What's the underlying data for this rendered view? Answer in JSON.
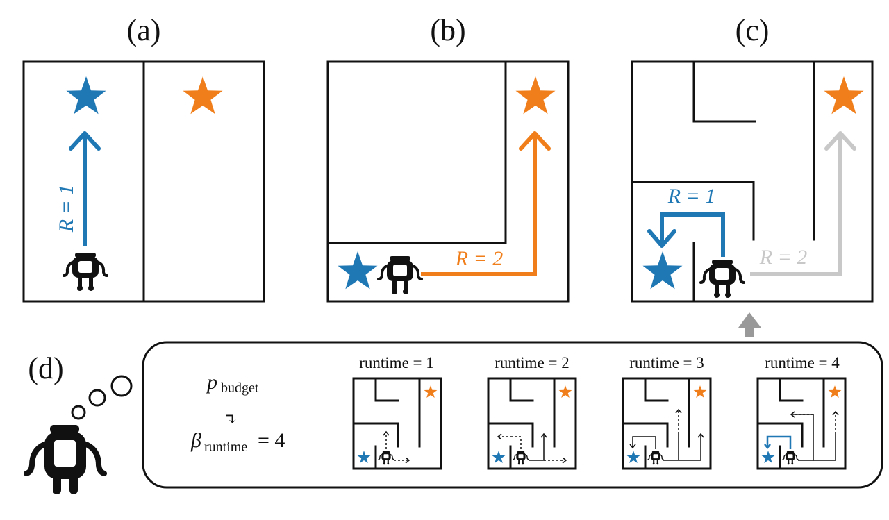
{
  "panels": {
    "a": {
      "label": "(a)",
      "reward_label": "R = 1"
    },
    "b": {
      "label": "(b)",
      "reward_label": "R = 2"
    },
    "c": {
      "label": "(c)",
      "reward_label_blue": "R = 1",
      "reward_label_gray": "R = 2"
    },
    "d": {
      "label": "(d)"
    }
  },
  "budget": {
    "p_symbol": "p",
    "p_subscript": "budget",
    "arrow_glyph": "↴",
    "beta_symbol": "β",
    "beta_subscript": "runtime",
    "beta_value": "= 4"
  },
  "runtimes": [
    {
      "label": "runtime = 1"
    },
    {
      "label": "runtime = 2"
    },
    {
      "label": "runtime = 3"
    },
    {
      "label": "runtime = 4"
    }
  ],
  "colors": {
    "blue": "#1f77b4",
    "orange": "#f07f1b",
    "gray": "#c8c8c8",
    "black": "#111111"
  },
  "icons": {
    "goal": "star-icon",
    "agent": "robot-icon",
    "thought": "thought-bubble-icon",
    "up_arrow": "up-arrow-icon"
  }
}
